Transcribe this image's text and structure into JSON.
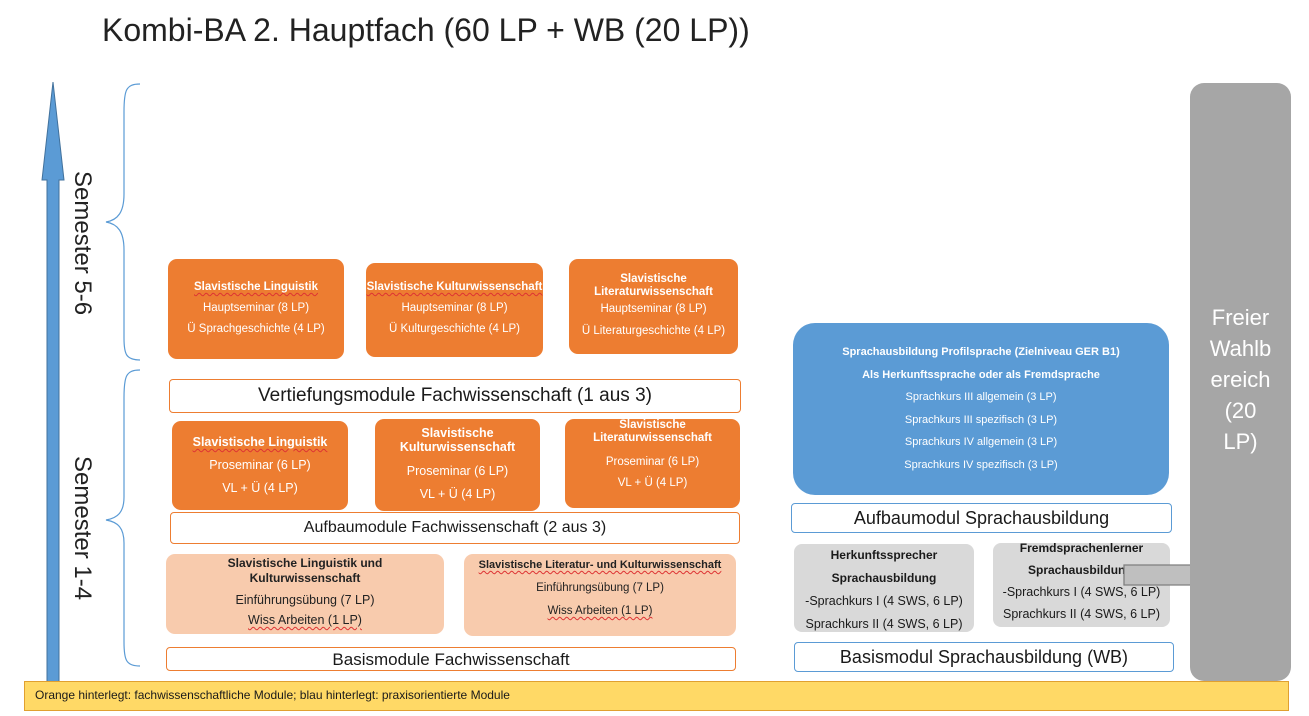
{
  "title": "Kombi-BA 2. Hauptfach (60 LP + WB (20 LP))",
  "semesters": {
    "upper": "Semester 5-6",
    "lower": "Semester 1-4"
  },
  "vertiefung": {
    "label": "Vertiefungsmodule Fachwissenschaft (1 aus 3)",
    "boxes": [
      {
        "title": "Slavistische Linguistik",
        "lines": [
          "Hauptseminar (8 LP)",
          "Ü Sprachgeschichte (4 LP)"
        ]
      },
      {
        "title": "Slavistische Kulturwissenschaft",
        "lines": [
          "Hauptseminar (8 LP)",
          "Ü Kulturgeschichte (4 LP)"
        ]
      },
      {
        "title": "Slavistische Literaturwissenschaft",
        "lines": [
          "Hauptseminar (8 LP)",
          "Ü Literaturgeschichte (4 LP)"
        ]
      }
    ]
  },
  "aufbau": {
    "label": "Aufbaumodule Fachwissenschaft (2 aus 3)",
    "boxes": [
      {
        "title": "Slavistische Linguistik",
        "lines": [
          "Proseminar (6 LP)",
          "VL + Ü (4 LP)"
        ]
      },
      {
        "title": "Slavistische Kulturwissenschaft",
        "lines": [
          "Proseminar (6 LP)",
          "VL + Ü (4 LP)"
        ]
      },
      {
        "title": "Slavistische Literaturwissenschaft",
        "lines": [
          "Proseminar (6 LP)",
          "VL + Ü (4 LP)"
        ]
      }
    ]
  },
  "basis": {
    "label": "Basismodule Fachwissenschaft",
    "boxes": [
      {
        "title": "Slavistische Linguistik und Kulturwissenschaft",
        "lines": [
          "Einführungsübung (7 LP)",
          "Wiss Arbeiten (1 LP)"
        ]
      },
      {
        "title": "Slavistische Literatur- und Kulturwissenschaft",
        "lines": [
          "Einführungsübung (7 LP)",
          "Wiss Arbeiten (1 LP)"
        ]
      }
    ]
  },
  "sprache": {
    "profil": {
      "title": "Sprachausbildung Profilsprache (Zielniveau GER B1)",
      "subtitle": "Als Herkunftssprache oder als Fremdsprache",
      "lines": [
        "Sprachkurs III allgemein (3 LP)",
        "Sprachkurs III spezifisch (3 LP)",
        "Sprachkurs IV allgemein (3 LP)",
        "Sprachkurs IV spezifisch (3 LP)"
      ]
    },
    "aufbau_label": "Aufbaumodul Sprachausbildung",
    "herkunft": {
      "title1": "Herkunftssprecher",
      "title2": "Sprachausbildung",
      "lines": [
        "-Sprachkurs I (4 SWS, 6 LP)",
        "Sprachkurs II (4 SWS, 6 LP)"
      ]
    },
    "fremd": {
      "title1": "Fremdsprachenlerner",
      "title2": "Sprachausbildung",
      "lines": [
        "-Sprachkurs I (4 SWS, 6 LP)",
        "Sprachkurs II (4 SWS, 6 LP)"
      ]
    },
    "basis_label": "Basismodul Sprachausbildung (WB)"
  },
  "wahlbereich": {
    "lines": [
      "Freier",
      "Wahlb",
      "ereich",
      "(20",
      "LP)"
    ]
  },
  "legend": "Orange hinterlegt: fachwissenschaftliche Module; blau hinterlegt: praxisorientierte Module",
  "colors": {
    "orange": "#ed7d31",
    "peach": "#f8cbad",
    "blue": "#5b9bd5",
    "gray": "#a6a6a6",
    "legend": "#ffd966"
  }
}
